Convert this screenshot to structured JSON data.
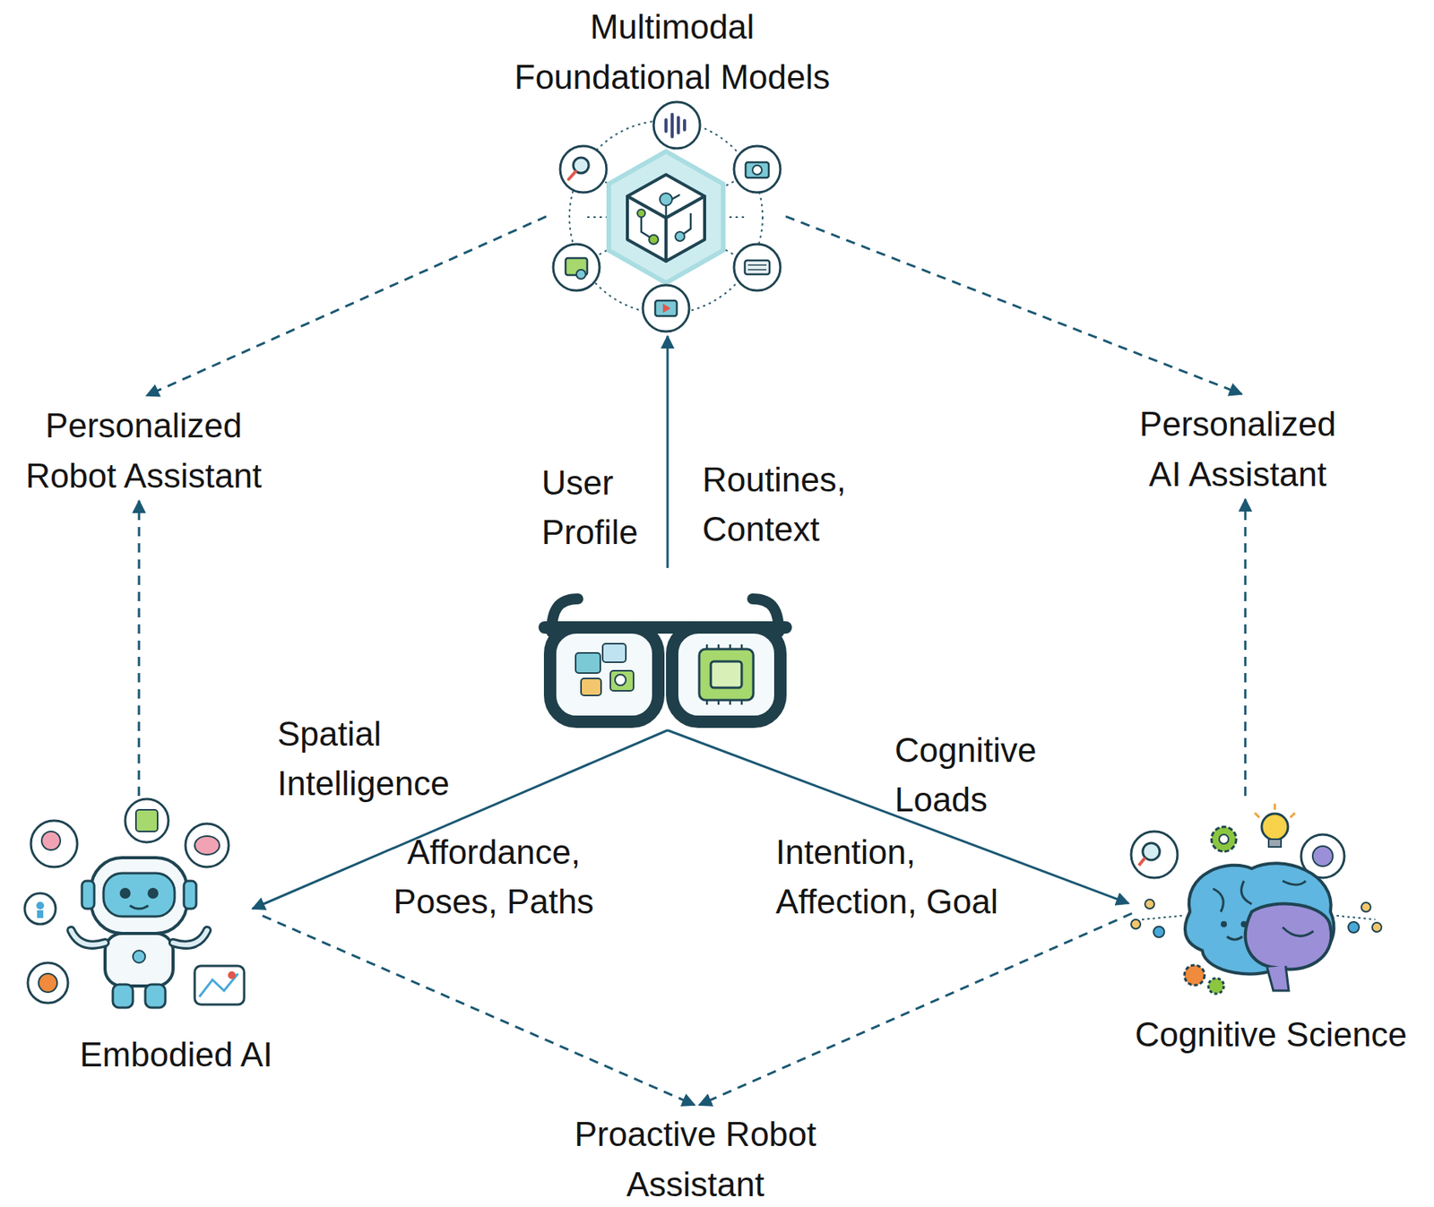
{
  "diagram": {
    "nodes": [
      {
        "text": [
          "Multimodal Foundational Models"
        ]
      },
      {
        "text": [
          "Personalized Robot Assistant"
        ]
      },
      {
        "text": [
          "Personalized AI Assistant"
        ]
      },
      {
        "text": []
      },
      {
        "text": [
          "Embodied AI"
        ]
      },
      {
        "text": [
          "Cognitive Science"
        ]
      },
      {
        "text": [
          "Proactive Robot Assistant"
        ]
      }
    ],
    "edges": [
      {
        "from": 3,
        "to": 0,
        "arrow": "to",
        "label": "User Profile"
      },
      {
        "from": 3,
        "to": 4,
        "arrow": "to",
        "label": "Spatial Intelligence"
      },
      {
        "from": 3,
        "to": 5,
        "arrow": "to",
        "label": "Cognitive Loads"
      },
      {
        "from": 0,
        "to": 1,
        "arrow": "to"
      },
      {
        "from": 0,
        "to": 2,
        "arrow": "to"
      },
      {
        "from": 4,
        "to": 1,
        "arrow": "to"
      },
      {
        "from": 5,
        "to": 2,
        "arrow": "to"
      },
      {
        "from": 4,
        "to": 6,
        "arrow": "to"
      },
      {
        "from": 5,
        "to": 6,
        "arrow": "to"
      }
    ],
    "labels": [
      "Routines, Context",
      "Affordance, Poses, Paths",
      "Intention, Affection, Goal"
    ]
  }
}
